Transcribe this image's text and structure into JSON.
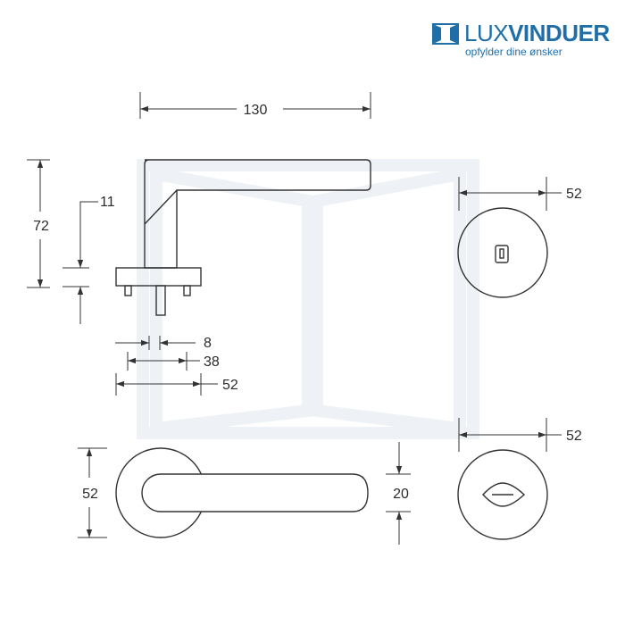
{
  "brand": {
    "name_part1": "LUX",
    "name_part2": "VINDUER",
    "tagline": "opfylder dine ønsker",
    "color": "#1f6ea8"
  },
  "dimensions": {
    "handle_length": "130",
    "height": "72",
    "rose_thickness": "11",
    "spindle": "8",
    "pin_spacing": "38",
    "rose_width": "52",
    "escutcheon_top": "52",
    "escutcheon_bottom": "52",
    "rose_front": "52",
    "grip_diameter": "20"
  },
  "colors": {
    "line": "#333333",
    "watermark": "#eef2f6"
  }
}
